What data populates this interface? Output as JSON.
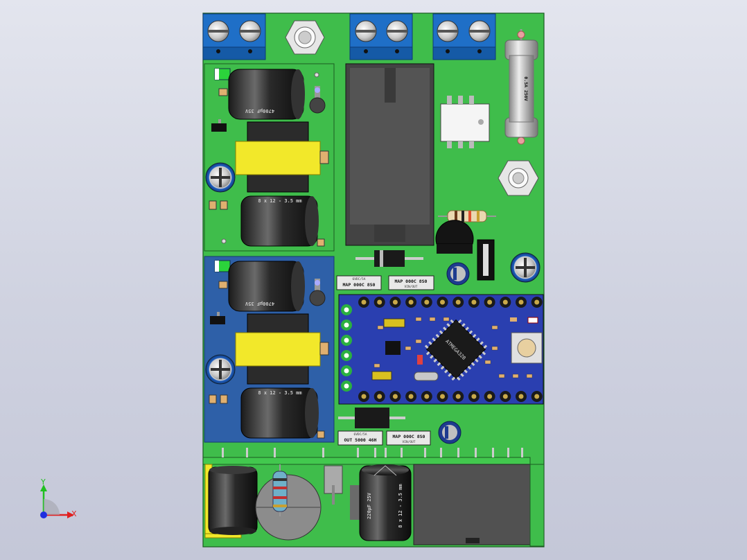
{
  "colors": {
    "background_top": "#e3e5ee",
    "pcb_green": "#3fbd4b",
    "pcb_blue": "#2e60a8",
    "terminal_blue": "#1f6fc7",
    "arduino_blue": "#2a3fb0",
    "transformer_yellow": "#f2e82a",
    "axis_x": "#e02020",
    "axis_y": "#20c020",
    "axis_z": "#2020e0"
  },
  "labels": {
    "cap_top_1": "4700µF 35V",
    "cap_top_2": "8 x 12 - 3.5 mm",
    "cap_mid_1": "4700µF 35V",
    "cap_mid_2": "8 x 12 - 3.5 mm",
    "ps_left_1": "MAP 000C 8S0",
    "ps_left_1_sub": "6VDC/5A",
    "ps_right_1": "MAP 000C 8S0",
    "ps_right_1_sub": "VIN/OUT",
    "ps_left_2": "OUT 5000 46H",
    "ps_left_2_sub": "6VDC/5A",
    "ps_right_2": "MAP 000C 8S0",
    "ps_right_2_sub": "VIN/OUT",
    "fuse_label": "0.5A 250V",
    "bottom_cap": "8 x 12 - 3.5 mm",
    "bottom_cap_brand": "220µF 25V",
    "mcu": "ATMEGA328"
  },
  "axis": {
    "x_label": "X",
    "y_label": "Y"
  }
}
